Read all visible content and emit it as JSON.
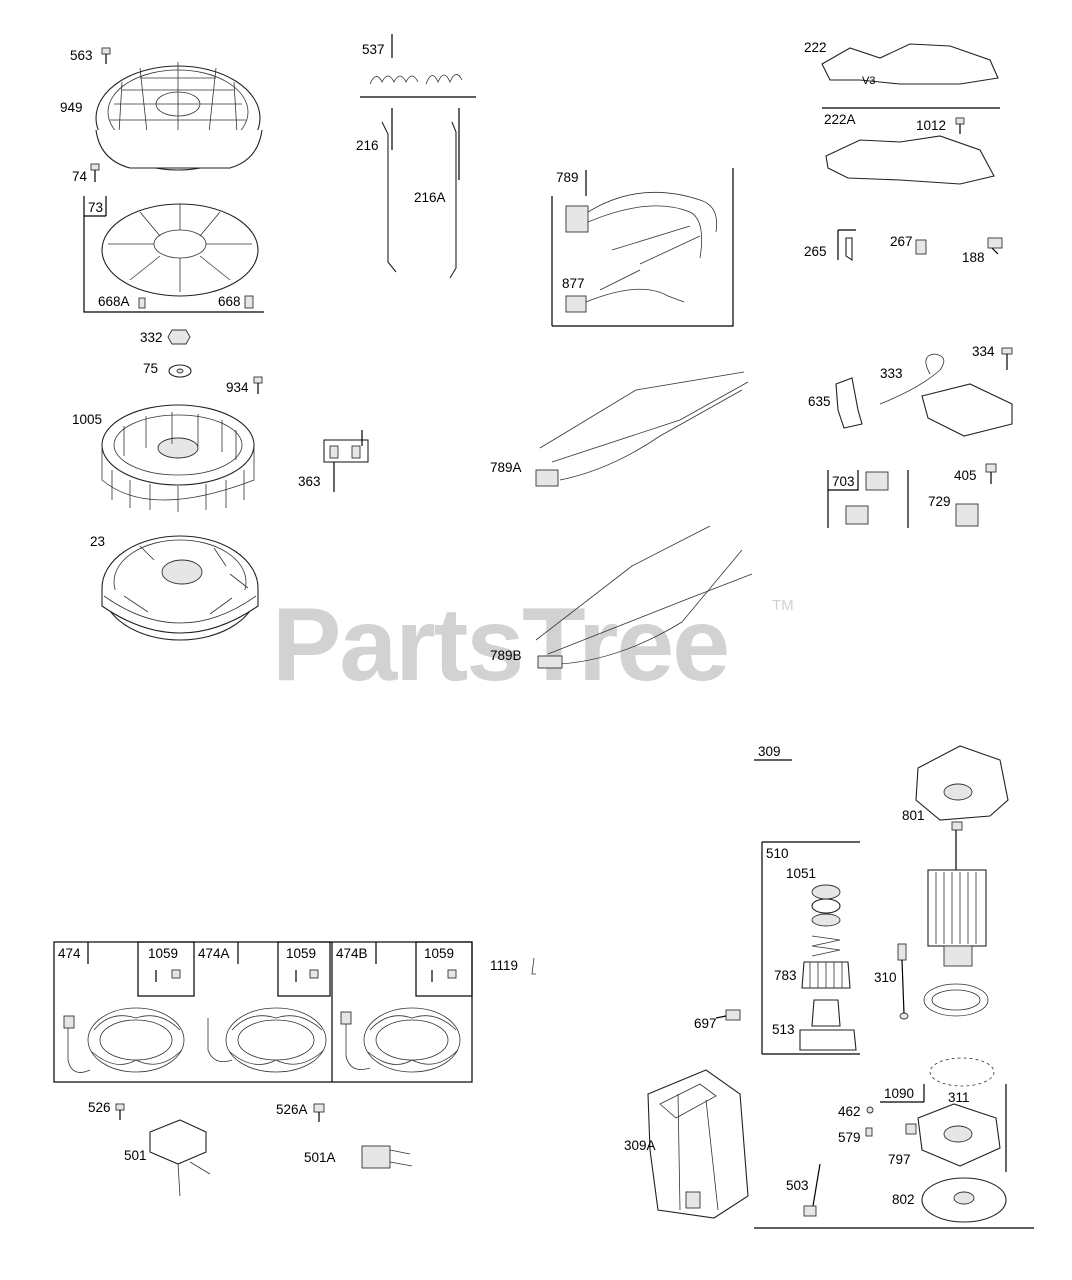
{
  "watermark": {
    "text": "PartsTree",
    "trademark": "TM"
  },
  "labels": {
    "p563": "563",
    "p949": "949",
    "p74": "74",
    "p73": "73",
    "p668A": "668A",
    "p668": "668",
    "p332": "332",
    "p75": "75",
    "p934": "934",
    "p1005": "1005",
    "p363": "363",
    "p23": "23",
    "p537": "537",
    "p216": "216",
    "p216A": "216A",
    "p789": "789",
    "p877": "877",
    "p789A": "789A",
    "p789B": "789B",
    "p222": "222",
    "p222A": "222A",
    "p1012": "1012",
    "p265": "265",
    "p267": "267",
    "p188": "188",
    "p334": "334",
    "p635": "635",
    "p333": "333",
    "p703": "703",
    "p405": "405",
    "p729": "729",
    "p474": "474",
    "p474A": "474A",
    "p474B": "474B",
    "p1059a": "1059",
    "p1059b": "1059",
    "p1059c": "1059",
    "p1119": "1119",
    "p526": "526",
    "p501": "501",
    "p526A": "526A",
    "p501A": "501A",
    "p309": "309",
    "p801": "801",
    "p510": "510",
    "p1051": "1051",
    "p783": "783",
    "p513": "513",
    "p310": "310",
    "p697": "697",
    "p309A": "309A",
    "p1090": "1090",
    "p311": "311",
    "p462": "462",
    "p579": "579",
    "p797": "797",
    "p503": "503",
    "p802": "802"
  }
}
